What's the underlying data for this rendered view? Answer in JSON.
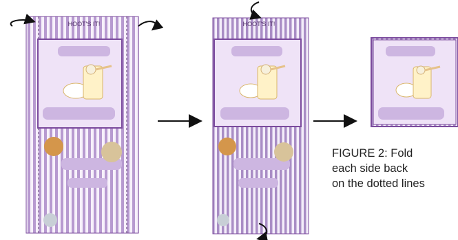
{
  "figure": {
    "caption_lines": [
      "FIGURE 2: Fold",
      "each side back",
      "on the dotted lines"
    ],
    "panels": [
      {
        "name": "unfolded-wrapper",
        "top_text": "HOOT'S IT!"
      },
      {
        "name": "partially-folded-wrapper",
        "top_text": "HOOT'S IT!"
      },
      {
        "name": "finished-fold"
      }
    ]
  },
  "colors": {
    "stripe": "#b79ad0",
    "stripe_dark": "#7b4b9d",
    "panel_bg": "#f7f1fb",
    "frame": "#8a56ab",
    "text": "#222222",
    "arrow": "#111111"
  }
}
